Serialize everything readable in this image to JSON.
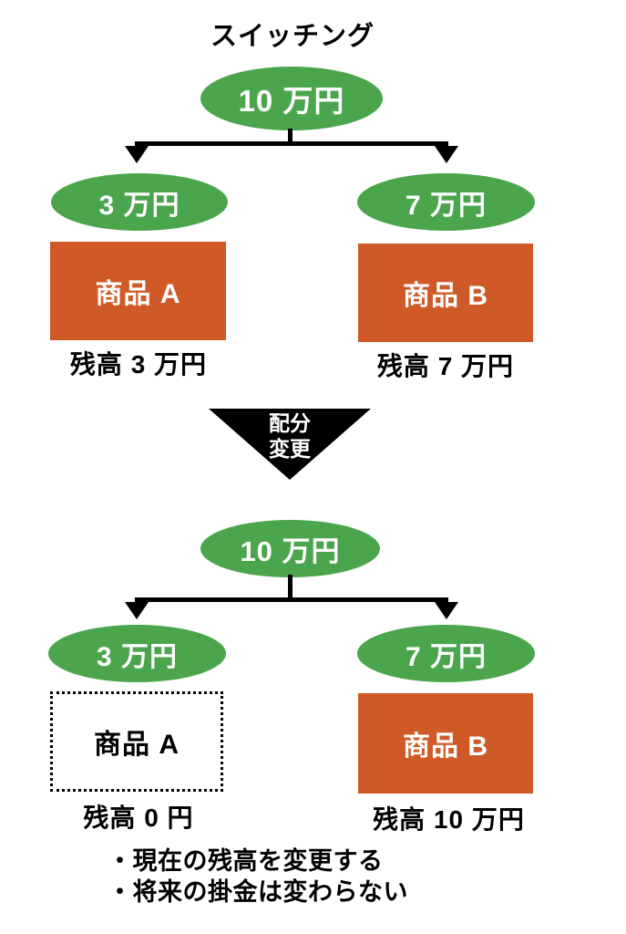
{
  "title": "スイッチング",
  "colors": {
    "green": "#4aa54c",
    "orange": "#d05a27",
    "black": "#000000",
    "white": "#ffffff"
  },
  "before": {
    "total": "10 万円",
    "left": {
      "amount": "3 万円",
      "product": "商品 A",
      "balance": "残高 3 万円"
    },
    "right": {
      "amount": "7 万円",
      "product": "商品 B",
      "balance": "残高 7 万円"
    }
  },
  "transition": {
    "line1": "配分",
    "line2": "変更"
  },
  "after": {
    "total": "10 万円",
    "left": {
      "amount": "3 万円",
      "product": "商品 A",
      "balance": "残高 0 円"
    },
    "right": {
      "amount": "7 万円",
      "product": "商品 B",
      "balance": "残高 10 万円"
    }
  },
  "notes": [
    "・現在の残高を変更する",
    "・将来の掛金は変わらない"
  ]
}
